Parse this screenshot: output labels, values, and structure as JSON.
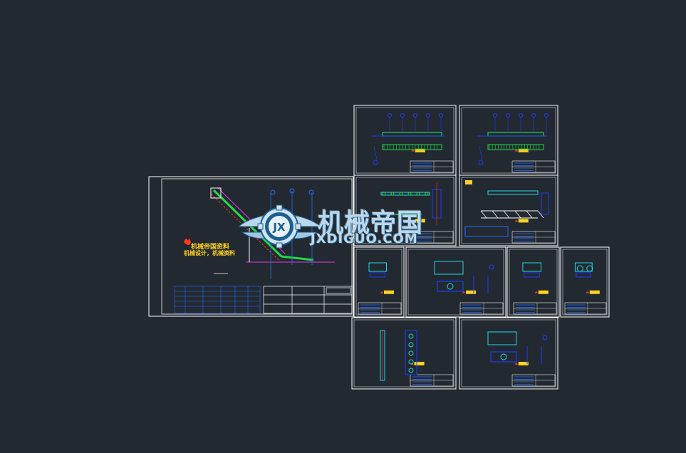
{
  "watermark": {
    "title_cn": "机械帝国",
    "site": "JXDIGUO.COM",
    "logo_letters": "JX"
  },
  "colors": {
    "background": "#222930",
    "sheet_border": "#ffffff",
    "title_table": "#2a6bff",
    "part_lines": "#1f3dff",
    "belt_green": "#22d84a",
    "cyan_detail": "#21d8e8",
    "magenta": "#e03ce8",
    "yellow_text": "#ffd21f",
    "red_logo": "#ff3a1e"
  },
  "drawing": {
    "main_sheet_notes": {
      "brand": "机械帝国资料",
      "slogan": "机械设计，机械资料"
    }
  }
}
